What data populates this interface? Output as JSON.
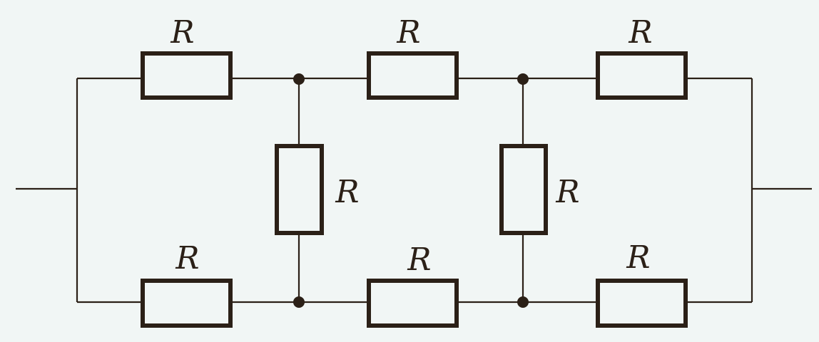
{
  "diagram": {
    "type": "resistor-network",
    "description": "Ladder network of eight equal resistors R between two terminals",
    "colors": {
      "background": "#f1f6f5",
      "stroke": "#2b2017"
    },
    "resistors": [
      {
        "id": "top-left",
        "label": "R"
      },
      {
        "id": "top-middle",
        "label": "R"
      },
      {
        "id": "top-right",
        "label": "R"
      },
      {
        "id": "bottom-left",
        "label": "R"
      },
      {
        "id": "bottom-middle",
        "label": "R"
      },
      {
        "id": "bottom-right",
        "label": "R"
      },
      {
        "id": "bridge-left",
        "label": "R"
      },
      {
        "id": "bridge-right",
        "label": "R"
      }
    ],
    "junctions": [
      "top-left-node",
      "top-right-node",
      "bottom-left-node",
      "bottom-right-node"
    ],
    "terminals": [
      "input-terminal",
      "output-terminal"
    ]
  }
}
